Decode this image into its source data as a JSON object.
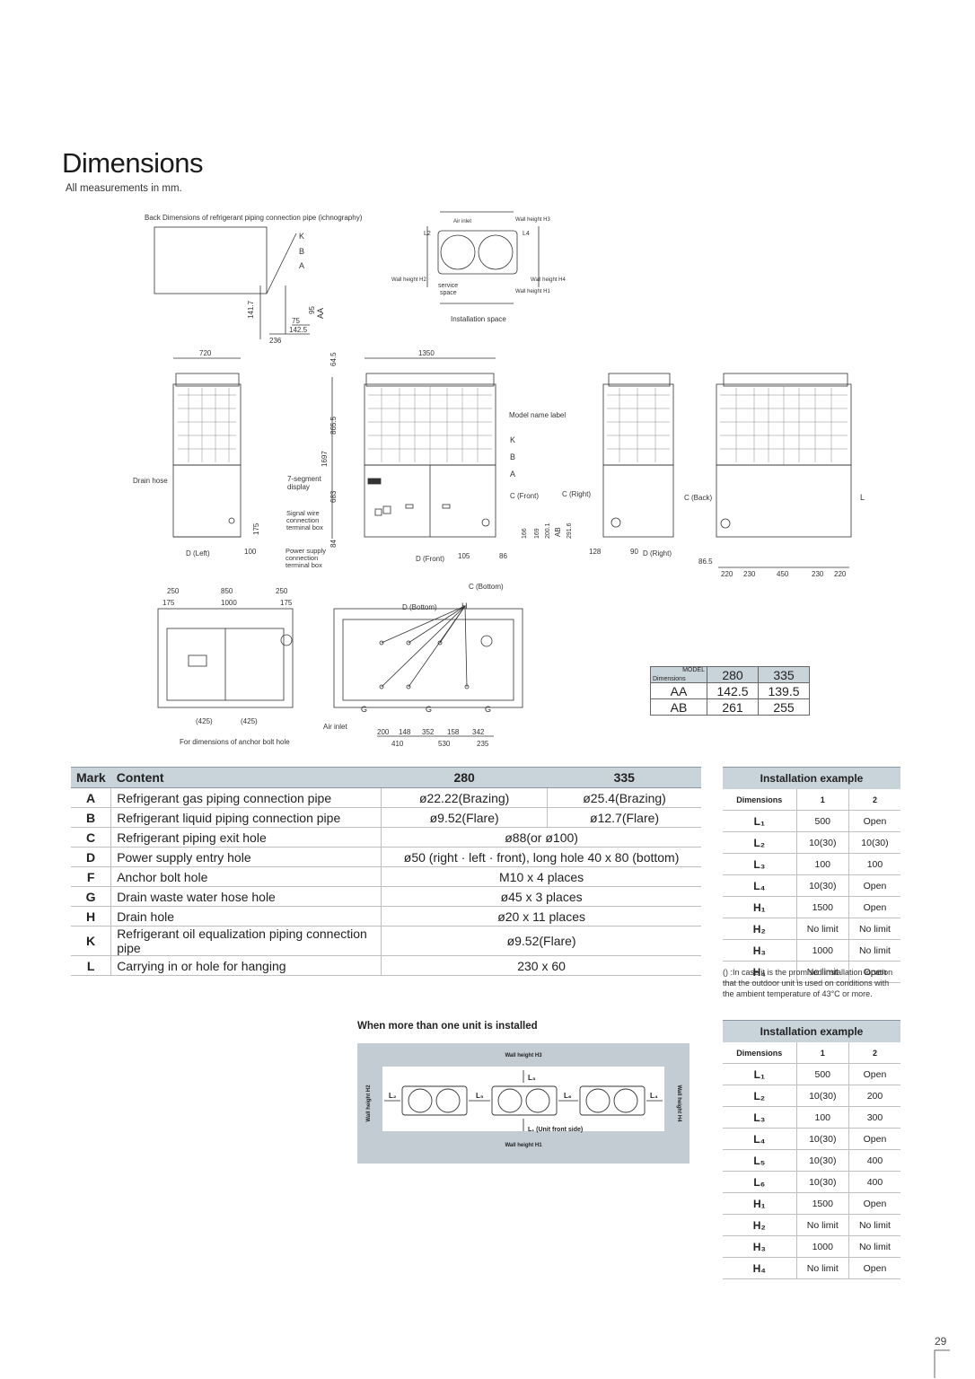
{
  "page": {
    "title": "Dimensions",
    "subtitle": "All measurements in mm.",
    "page_number": "29"
  },
  "drawing_labels": {
    "back_piping": "Back  Dimensions of refrigerant piping connection pipe (ichnography)",
    "installation_space": "Installation space",
    "air_inlet": "Air inlet",
    "service_space": "service space",
    "wall_h1": "Wall height H1",
    "wall_h2": "Wall height H2",
    "wall_h3": "Wall height H3",
    "wall_h4": "Wall height H4",
    "drain_hose": "Drain hose",
    "seven_segment": "7-segment display",
    "signal_wire": "Signal wire connection terminal box",
    "power_supply": "Power supply connection terminal box",
    "model_label": "Model name label",
    "c_front": "C (Front)",
    "c_right": "C (Right)",
    "c_back": "C (Back)",
    "c_bottom": "C (Bottom)",
    "d_left": "D (Left)",
    "d_front": "D (Front)",
    "d_right": "D (Right)",
    "d_bottom": "D (Bottom)",
    "anchor_note": "For dimensions of anchor bolt hole",
    "air_inlet2": "Air inlet"
  },
  "model_table": {
    "corner_model": "MODEL",
    "corner_dim": "Dimensions",
    "models": [
      "280",
      "335"
    ],
    "rows": [
      {
        "label": "AA",
        "v1": "142.5",
        "v2": "139.5"
      },
      {
        "label": "AB",
        "v1": "261",
        "v2": "255"
      }
    ]
  },
  "spec_table": {
    "headers": {
      "mark": "Mark",
      "content": "Content",
      "m1": "280",
      "m2": "335"
    },
    "rows": [
      {
        "mark": "A",
        "content": "Refrigerant gas piping connection pipe",
        "v1": "ø22.22(Brazing)",
        "v2": "ø25.4(Brazing)"
      },
      {
        "mark": "B",
        "content": "Refrigerant liquid piping connection pipe",
        "v1": "ø9.52(Flare)",
        "v2": "ø12.7(Flare)"
      },
      {
        "mark": "C",
        "content": "Refrigerant piping exit hole",
        "v": "ø88(or ø100)"
      },
      {
        "mark": "D",
        "content": "Power supply entry hole",
        "v": "ø50 (right · left · front), long hole 40 x 80 (bottom)"
      },
      {
        "mark": "F",
        "content": "Anchor bolt hole",
        "v": "M10 x 4 places"
      },
      {
        "mark": "G",
        "content": "Drain waste water hose hole",
        "v": "ø45 x 3 places"
      },
      {
        "mark": "H",
        "content": "Drain hole",
        "v": "ø20 x 11 places"
      },
      {
        "mark": "K",
        "content": "Refrigerant oil equalization piping connection pipe",
        "v": "ø9.52(Flare)"
      },
      {
        "mark": "L",
        "content": "Carrying in or hole for hanging",
        "v": "230 x 60"
      }
    ]
  },
  "install1": {
    "title": "Installation example",
    "headers": [
      "Dimensions",
      "1",
      "2"
    ],
    "rows": [
      [
        "L₁",
        "500",
        "Open"
      ],
      [
        "L₂",
        "10(30)",
        "10(30)"
      ],
      [
        "L₃",
        "100",
        "100"
      ],
      [
        "L₄",
        "10(30)",
        "Open"
      ],
      [
        "H₁",
        "1500",
        "Open"
      ],
      [
        "H₂",
        "No limit",
        "No limit"
      ],
      [
        "H₃",
        "1000",
        "No limit"
      ],
      [
        "H₄",
        "No limit",
        "Open"
      ]
    ],
    "note": "() :In case it is the promised installation location that the outdoor unit is used on conditions with the ambient temperature of 43°C or more."
  },
  "install2": {
    "title": "Installation example",
    "headers": [
      "Dimensions",
      "1",
      "2"
    ],
    "rows": [
      [
        "L₁",
        "500",
        "Open"
      ],
      [
        "L₂",
        "10(30)",
        "200"
      ],
      [
        "L₃",
        "100",
        "300"
      ],
      [
        "L₄",
        "10(30)",
        "Open"
      ],
      [
        "L₅",
        "10(30)",
        "400"
      ],
      [
        "L₆",
        "10(30)",
        "400"
      ],
      [
        "H₁",
        "1500",
        "Open"
      ],
      [
        "H₂",
        "No limit",
        "No limit"
      ],
      [
        "H₃",
        "1000",
        "No limit"
      ],
      [
        "H₄",
        "No limit",
        "Open"
      ]
    ]
  },
  "multi": {
    "title": "When more than one unit is installed",
    "wall_h3": "Wall height H3",
    "wall_h1": "Wall height H1",
    "wall_h2": "Wall height H2",
    "wall_h4": "Wall height H4",
    "l1": "L₁ (Unit front side)",
    "l2": "L₂",
    "l3": "L₃",
    "l4": "L₄",
    "l5": "L₅",
    "l6": "L₆"
  }
}
